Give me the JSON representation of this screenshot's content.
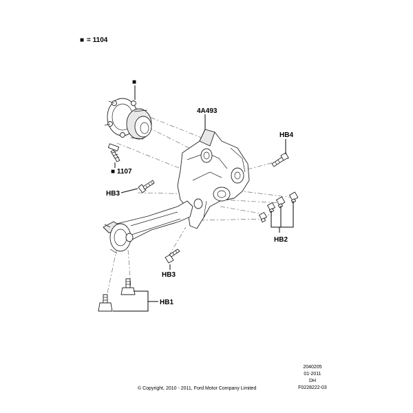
{
  "legend": {
    "symbol": "■",
    "text": "= 1104"
  },
  "labels": {
    "hub_marker": "■",
    "part_1107": "■ 1107",
    "part_4a493": "4A493",
    "hb4": "HB4",
    "hb3_upper": "HB3",
    "hb3_lower": "HB3",
    "hb2": "HB2",
    "hb1": "HB1"
  },
  "info": {
    "line1": "2040205",
    "line2": "01-2011",
    "line3": "DH",
    "line4": "F0228222-03"
  },
  "copyright": "© Copyright, 2010 - 2011, Ford Motor Company Limited"
}
